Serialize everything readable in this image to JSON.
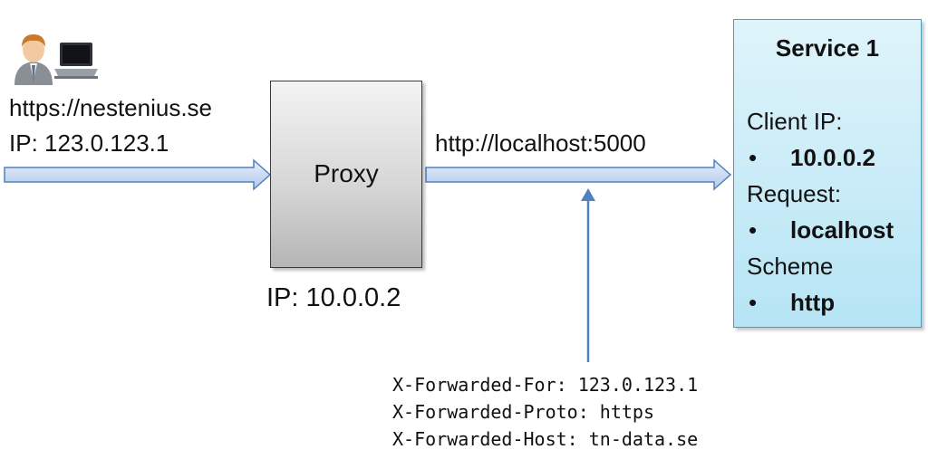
{
  "client": {
    "person_icon": "user-icon",
    "laptop_icon": "laptop-icon",
    "url": "https://nestenius.se",
    "ip": "IP: 123.0.123.1"
  },
  "proxy": {
    "label": "Proxy",
    "ip": "IP: 10.0.0.2",
    "outbound_url": "http://localhost:5000"
  },
  "service": {
    "title": "Service 1",
    "client_ip_label": "Client IP:",
    "client_ip_value": "10.0.0.2",
    "request_label": "Request:",
    "request_value": "localhost",
    "scheme_label": "Scheme",
    "scheme_value": "http",
    "bullet": "•"
  },
  "headers": {
    "forwarded_for": "X-Forwarded-For: 123.0.123.1",
    "forwarded_proto": "X-Forwarded-Proto: https",
    "forwarded_host": "X-Forwarded-Host: tn-data.se"
  },
  "colors": {
    "arrow_fill": "#c9daf4",
    "arrow_stroke": "#4f81bd",
    "service_fill": "#bfe7f6",
    "proxy_fill": "#d0d0d0"
  }
}
